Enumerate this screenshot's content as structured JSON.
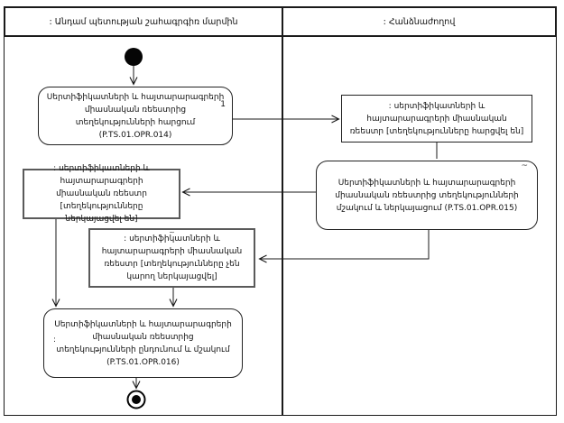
{
  "lanes": {
    "left_title": ": Անդամ պետության շահագրգիռ մարմին",
    "right_title": ": Հանձնաժողով"
  },
  "nodes": {
    "opr014": {
      "text": "Սերտիֆիկատների և հայտարարագրերի միասնական ռեեստրից տեղեկությունների հարցում (P.TS.01.OPR.014)",
      "badge": "1"
    },
    "registry_queried": {
      "text": ": սերտիֆիկատների և հայտարարագրերի միասնական ռեեստր [տեղեկությունները հարցվել են]"
    },
    "opr015": {
      "text": "Սերտիֆիկատների և հայտարարագրերի միասնական ռեեստրից տեղեկությունների մշակում և ներկայացում (P.TS.01.OPR.015)",
      "mark": "~"
    },
    "registry_presented": {
      "text": ": սերտիֆիկատների և հայտարարագրերի միասնական ռեեստր [տեղեկությունները ներկայացվել են]"
    },
    "registry_not_presented": {
      "text": ": սերտիֆիկատների և հայտարարագրերի միասնական ռեեստր [տեղեկությունները չեն կարող ներկայացվել]",
      "mark": "~"
    },
    "opr016": {
      "text": "Սերտիֆիկատների և հայտարարագրերի միասնական ռեեստրից տեղեկությունների ընդունում և մշակում (P.TS.01.OPR.016)",
      "mark": ":"
    }
  },
  "colors": {
    "line": "#1a1a1a",
    "object_border": "#5a5a5a",
    "background": "#ffffff"
  }
}
